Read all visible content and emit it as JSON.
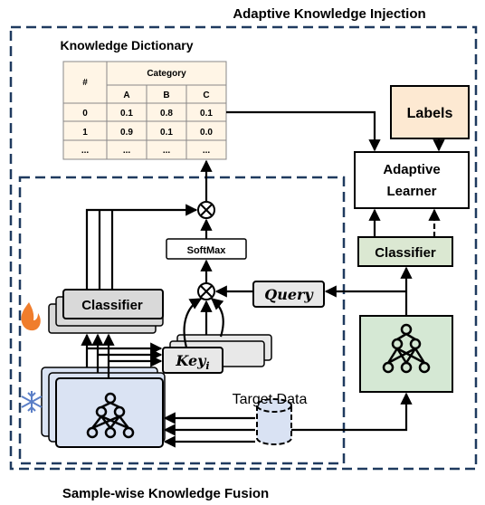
{
  "titles": {
    "top": "Adaptive Knowledge Injection",
    "bottom": "Sample-wise Knowledge Fusion"
  },
  "knowledge_dictionary": {
    "title": "Knowledge Dictionary",
    "index_header": "#",
    "category_header": "Category",
    "columns": [
      "A",
      "B",
      "C"
    ],
    "rows": [
      {
        "index": "0",
        "values": [
          "0.1",
          "0.8",
          "0.1"
        ]
      },
      {
        "index": "1",
        "values": [
          "0.9",
          "0.1",
          "0.0"
        ]
      },
      {
        "index": "...",
        "values": [
          "...",
          "...",
          "..."
        ]
      }
    ]
  },
  "labels_box": "Labels",
  "adaptive_learner": {
    "line1": "Adaptive",
    "line2": "Learner"
  },
  "classifier_right": "Classifier",
  "classifier_left": "Classifier",
  "softmax": "SoftMax",
  "query": "Query",
  "key": {
    "base": "Key",
    "subscript": "i"
  },
  "target_data": "Target Data",
  "operators": {
    "multiply": "⊗"
  },
  "icons": {
    "fire": "fire-icon",
    "snowflake": "snowflake-icon",
    "network": "neural-network-icon",
    "database": "database-icon"
  },
  "colors": {
    "classifier_fill": "#dbe8d2",
    "network_right_fill": "#d5e8d4",
    "network_left_fill": "#dae3f3",
    "labels_fill": "#fde9d2",
    "grey_fill": "#d9d9d9",
    "fire": "#f07d2c",
    "snowflake": "#5b7fc7",
    "dashed_border": "#1f3a5f"
  }
}
